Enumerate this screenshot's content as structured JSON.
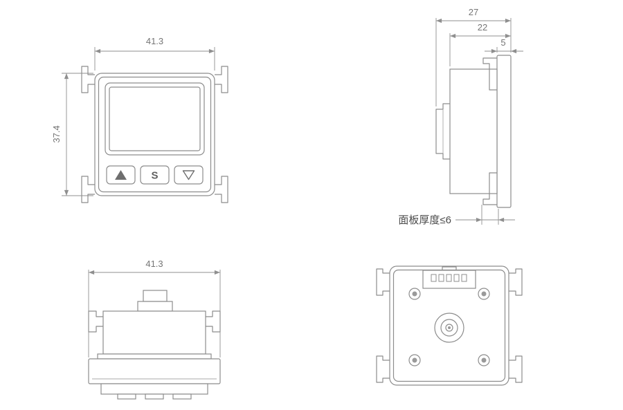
{
  "colors": {
    "background": "#ffffff",
    "line": "#8c8c8c",
    "dimension_line": "#8f8f8f",
    "dimension_text": "#757575",
    "note_text": "#4a4a4a"
  },
  "views": {
    "front": {
      "dimensions": {
        "width": "41.3",
        "height": "37.4"
      },
      "buttons": {
        "up_icon": "filled-up-triangle",
        "set_label": "S",
        "down_icon": "outline-down-triangle"
      }
    },
    "side": {
      "dimensions": {
        "total_depth": "27",
        "body_depth": "22",
        "bezel_thickness": "5"
      },
      "annotation": {
        "panel_thickness_note": "面板厚度≤6"
      }
    },
    "top": {
      "dimensions": {
        "width": "41.3"
      }
    },
    "back": {
      "features": [
        "connector-5pin",
        "center-pressure-port",
        "corner-screw-holes"
      ]
    }
  }
}
